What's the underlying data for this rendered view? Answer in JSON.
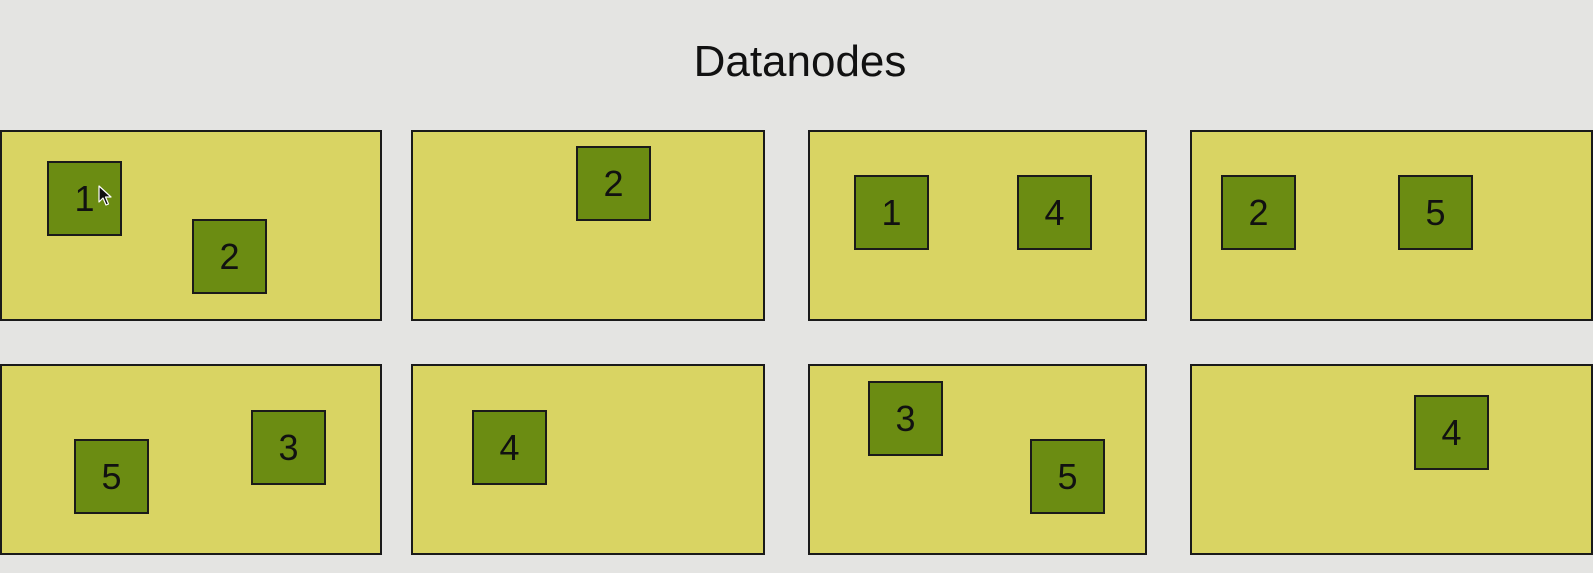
{
  "title": "Datanodes",
  "colors": {
    "background": "#e4e4e2",
    "datanode_fill": "#d9d463",
    "block_fill": "#6b8c12",
    "border": "#1a1a1a"
  },
  "datanodes": [
    {
      "blocks": [
        "1",
        "2"
      ]
    },
    {
      "blocks": [
        "2"
      ]
    },
    {
      "blocks": [
        "1",
        "4"
      ]
    },
    {
      "blocks": [
        "2",
        "5"
      ]
    },
    {
      "blocks": [
        "5",
        "3"
      ]
    },
    {
      "blocks": [
        "4"
      ]
    },
    {
      "blocks": [
        "3",
        "5"
      ]
    },
    {
      "blocks": [
        "4"
      ]
    }
  ]
}
